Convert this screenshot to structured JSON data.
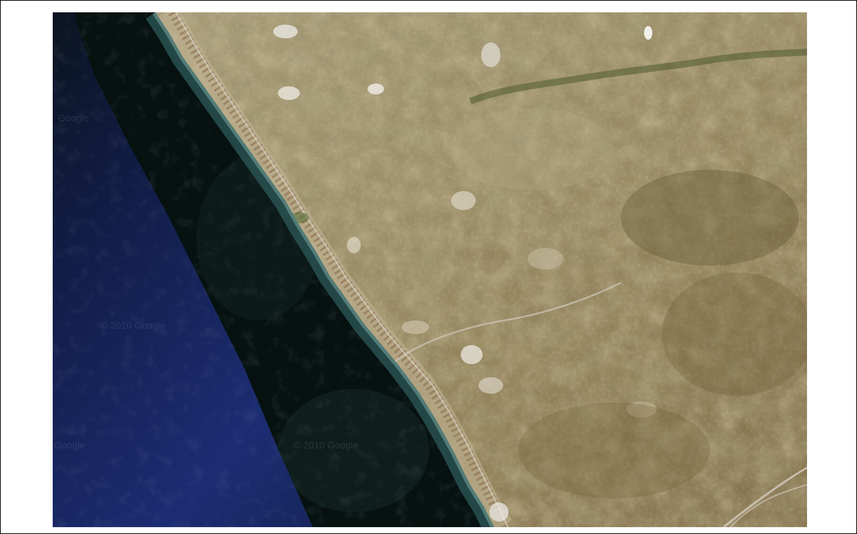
{
  "map": {
    "type": "satellite-imagery",
    "colors": {
      "sea_deep": "#1a2a6a",
      "sea_dark": "#05100f",
      "coast_water": "#163a3a",
      "land_dry": "#9a8a64",
      "land_light": "#c8bfa2",
      "vegetation": "#6e6a3e",
      "urban": "#b8aa8e"
    }
  },
  "watermarks": {
    "w1": "Google",
    "w2": "© 2010 Google",
    "w3": "Google",
    "w4": "© 2010 Google"
  }
}
